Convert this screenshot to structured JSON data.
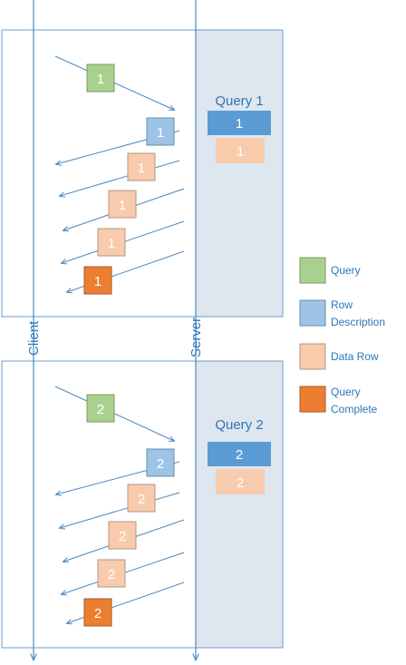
{
  "lifelines": {
    "client_label": "Client",
    "server_label": "Server"
  },
  "panels": [
    {
      "query_title": "Query 1",
      "number": "1",
      "stack_top_label": "1",
      "stack_bottom_label": "1",
      "messages": [
        {
          "type": "query",
          "label": "1"
        },
        {
          "type": "row_description",
          "label": "1"
        },
        {
          "type": "data_row",
          "label": "1"
        },
        {
          "type": "data_row",
          "label": "1"
        },
        {
          "type": "data_row",
          "label": "1"
        },
        {
          "type": "query_complete",
          "label": "1"
        }
      ]
    },
    {
      "query_title": "Query 2",
      "number": "2",
      "stack_top_label": "2",
      "stack_bottom_label": "2",
      "messages": [
        {
          "type": "query",
          "label": "2"
        },
        {
          "type": "row_description",
          "label": "2"
        },
        {
          "type": "data_row",
          "label": "2"
        },
        {
          "type": "data_row",
          "label": "2"
        },
        {
          "type": "data_row",
          "label": "2"
        },
        {
          "type": "query_complete",
          "label": "2"
        }
      ]
    }
  ],
  "legend": [
    {
      "type": "query",
      "label": "Query"
    },
    {
      "type": "row_description",
      "label": "Row Description"
    },
    {
      "type": "data_row",
      "label": "Data Row"
    },
    {
      "type": "query_complete",
      "label": "Query Complete"
    }
  ],
  "colors": {
    "query": "#a9d18e",
    "row_description": "#9dc3e6",
    "data_row": "#f8cbad",
    "query_complete": "#ed7d31",
    "result_header": "#5b9bd5",
    "server_region": "#dee6ef",
    "line": "#4a8ac4",
    "title_text": "#2e75b6",
    "legend_text": "#2e75b6"
  }
}
